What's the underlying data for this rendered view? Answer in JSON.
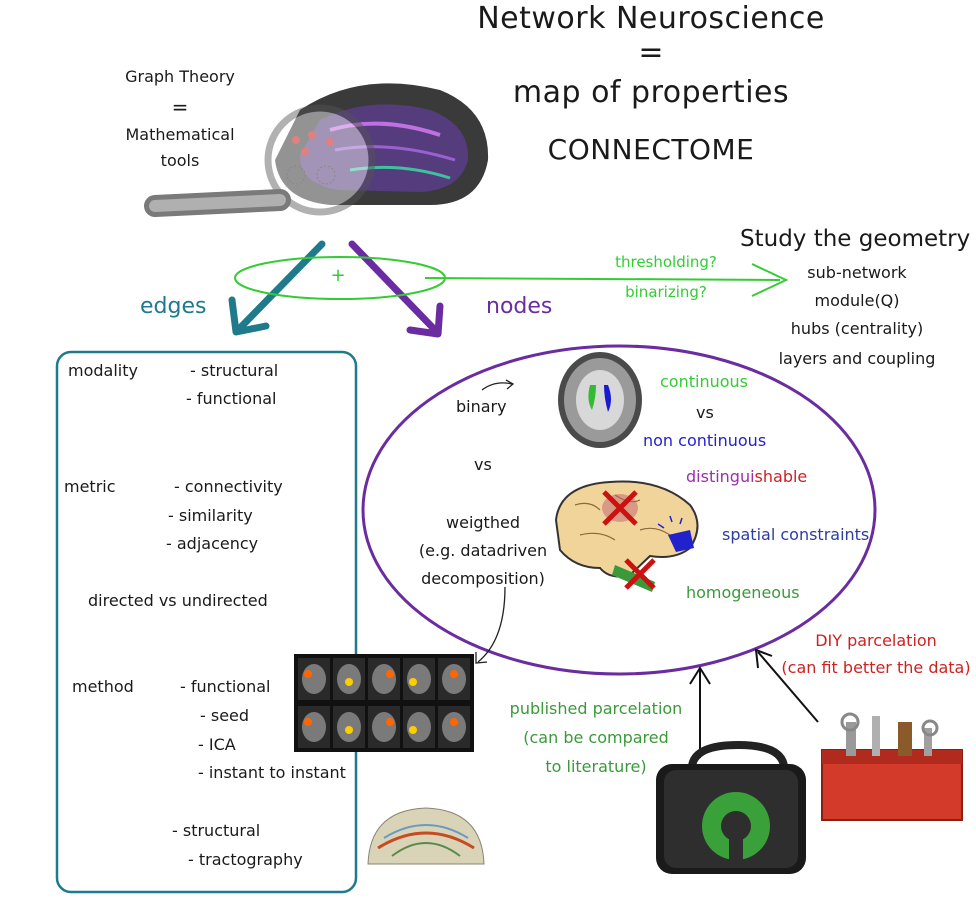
{
  "title": {
    "line1": "Network Neuroscience",
    "eq": "=",
    "line2": "map of properties",
    "line3": "CONNECTOME"
  },
  "graph_theory": {
    "line1": "Graph Theory",
    "eq": "=",
    "line2": "Mathematical",
    "line3": "tools"
  },
  "center": {
    "plus": "+",
    "threshold1": "thresholding?",
    "threshold2": "binarizing?"
  },
  "geometry": {
    "title": "Study the geometry",
    "items": [
      "sub-network",
      "module(Q)",
      "hubs (centrality)",
      "layers and coupling"
    ]
  },
  "edges": {
    "heading": "edges",
    "modality_label": "modality",
    "modality_items": [
      "- structural",
      "- functional"
    ],
    "metric_label": "metric",
    "metric_items": [
      "- connectivity",
      "- similarity",
      "- adjacency"
    ],
    "directed": "directed vs undirected",
    "method_label": "method",
    "method_functional": "- functional",
    "method_functional_items": [
      "- seed",
      "- ICA",
      "- instant to instant"
    ],
    "method_structural": "- structural",
    "method_structural_items": [
      "- tractography"
    ]
  },
  "nodes": {
    "heading": "nodes",
    "binary": "binary",
    "vs": "vs",
    "weighted1": "weigthed",
    "weighted2": "(e.g. datadriven",
    "weighted3": "decomposition)",
    "continuous": "continuous",
    "vs2": "vs",
    "non_continuous": "non continuous",
    "distinguishable_a": "distingui",
    "distinguishable_b": "shable",
    "spatial": "spatial constraints",
    "homogeneous": "homogeneous"
  },
  "parcellation": {
    "diy1": "DIY parcelation",
    "diy2": "(can fit better the data)",
    "pub1": "published parcelation",
    "pub2": "(can be compared",
    "pub3": "to literature)"
  },
  "colors": {
    "teal": "#1f7a8c",
    "purple": "#6a2ca0",
    "green": "#33cc33",
    "red": "#cc2222"
  }
}
